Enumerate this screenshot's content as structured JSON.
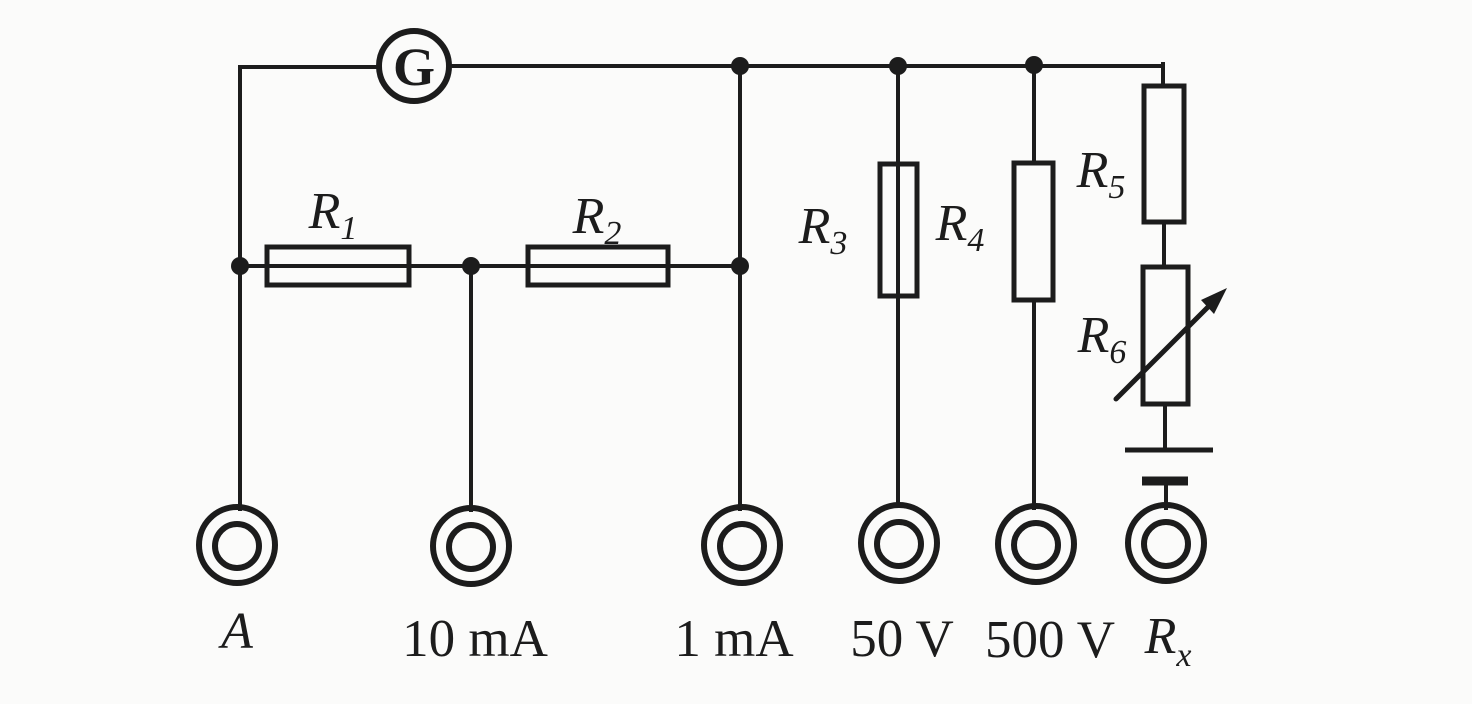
{
  "page": {
    "background": "#fbfbfa",
    "ink": "#1c1c1c"
  },
  "circuit": {
    "kind": "multimeter-circuit-diagram",
    "galvanometer": {
      "label": "G"
    },
    "resistors": [
      {
        "name": "R1",
        "base": "R",
        "sub": "1",
        "orientation": "horizontal",
        "variable": false
      },
      {
        "name": "R2",
        "base": "R",
        "sub": "2",
        "orientation": "horizontal",
        "variable": false
      },
      {
        "name": "R3",
        "base": "R",
        "sub": "3",
        "orientation": "vertical",
        "variable": false
      },
      {
        "name": "R4",
        "base": "R",
        "sub": "4",
        "orientation": "vertical",
        "variable": false
      },
      {
        "name": "R5",
        "base": "R",
        "sub": "5",
        "orientation": "vertical",
        "variable": false
      },
      {
        "name": "R6",
        "base": "R",
        "sub": "6",
        "orientation": "vertical",
        "variable": true
      }
    ],
    "battery": {
      "plates": 1
    },
    "terminals": [
      {
        "name": "A",
        "label": "A"
      },
      {
        "name": "10mA",
        "label": "10 mA"
      },
      {
        "name": "1mA",
        "label": "1 mA"
      },
      {
        "name": "50V",
        "label": "50 V"
      },
      {
        "name": "500V",
        "label": "500 V"
      },
      {
        "name": "Rx",
        "base": "R",
        "sub": "x"
      }
    ]
  }
}
